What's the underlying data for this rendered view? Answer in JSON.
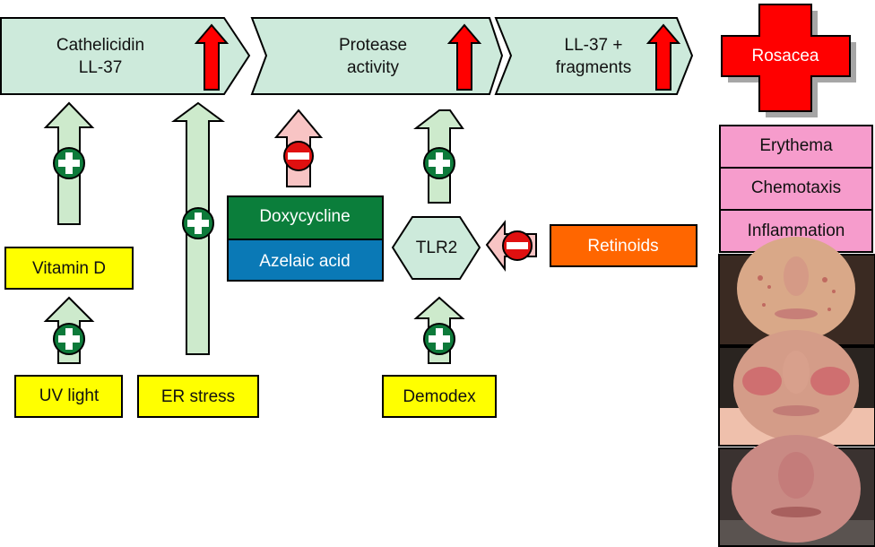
{
  "pathway": {
    "steps": [
      {
        "line1": "Cathelicidin",
        "line2": "LL-37",
        "trend": "increase"
      },
      {
        "line1": "Protease",
        "line2": "activity",
        "trend": "increase"
      },
      {
        "line1": "LL-37 +",
        "line2": "fragments",
        "trend": "increase"
      }
    ],
    "outcome": {
      "label": "Rosacea",
      "icon": "red-cross"
    }
  },
  "symptoms": [
    "Erythema",
    "Chemotaxis",
    "Inflammation"
  ],
  "photos": [
    {
      "name": "patient-photo-papulopustular"
    },
    {
      "name": "patient-photo-erythematotelangiectatic"
    },
    {
      "name": "patient-photo-phymatous"
    }
  ],
  "factors": {
    "vitamin_d": "Vitamin D",
    "uv_light": "UV light",
    "er_stress": "ER stress",
    "demodex": "Demodex",
    "tlr2": "TLR2",
    "retinoids": "Retinoids",
    "doxycycline": "Doxycycline",
    "azelaic_acid": "Azelaic acid"
  },
  "colors": {
    "step_fill": "#cdeadb",
    "increase_arrow": "#ff0000",
    "stimulate_arrow": "#cdeacc",
    "inhibit_arrow": "#f8c4c4",
    "plus_badge": "#0d7a3a",
    "minus_badge": "#e01010",
    "factor_box": "#ffff00",
    "doxycycline": "#0b7e3b",
    "azelaic_acid": "#0a79b6",
    "retinoids": "#ff6600",
    "symptom_box": "#f69ccc",
    "rosacea_cross": "#ff0000"
  }
}
